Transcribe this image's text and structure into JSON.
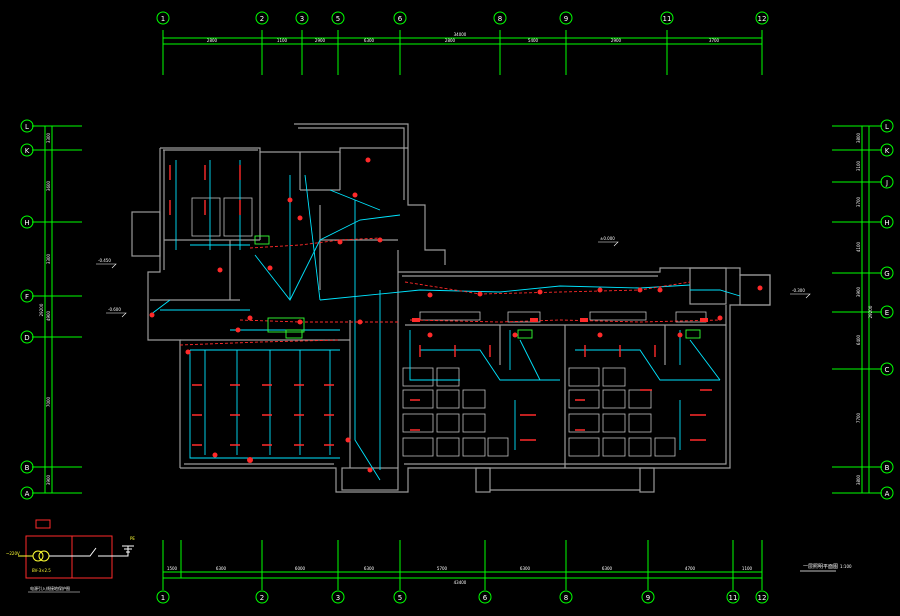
{
  "colors": {
    "background": "#000000",
    "axis": "#00ff00",
    "wall": "#9a9a9a",
    "wire_cyan": "#00e5ff",
    "fixture_red": "#ff2a2a",
    "text_white": "#ffffff",
    "label_green": "#33ff33"
  },
  "grid_top_labels": [
    "1",
    "2",
    "3",
    "5",
    "6",
    "8",
    "9",
    "11",
    "12"
  ],
  "grid_bottom_labels": [
    "1",
    "2",
    "3",
    "5",
    "6",
    "8",
    "9",
    "11",
    "12"
  ],
  "grid_left_labels": [
    "L",
    "K",
    "H",
    "F",
    "D",
    "B",
    "A"
  ],
  "grid_right_labels": [
    "L",
    "K",
    "J",
    "H",
    "G",
    "E",
    "C",
    "B",
    "A"
  ],
  "top_dimensions": [
    "2800",
    "1100",
    "2900",
    "6300",
    "2800",
    "5400",
    "2900",
    "3700"
  ],
  "top_total": "34000",
  "bottom_dimensions": [
    "1500",
    "6300",
    "6000",
    "6300",
    "5700",
    "6300",
    "6300",
    "4700",
    "1100"
  ],
  "bottom_total": "43400",
  "left_dimensions": [
    "3300",
    "3600",
    "3300",
    "4900",
    "7000",
    "3900"
  ],
  "left_total": "29200",
  "right_dimensions": [
    "3800",
    "3100",
    "3700",
    "4100",
    "3900",
    "6400",
    "7700",
    "3800"
  ],
  "right_total": "29200",
  "drawing_title": "一层照明平面图",
  "drawing_scale": "1:100",
  "legend_caption": "电源引入线接地保护图",
  "legend_labels": [
    "~220V",
    "BV-3×2.5",
    "PE"
  ],
  "level_marks": [
    "±0.000",
    "-0.450",
    "-0.600",
    "-0.300"
  ]
}
